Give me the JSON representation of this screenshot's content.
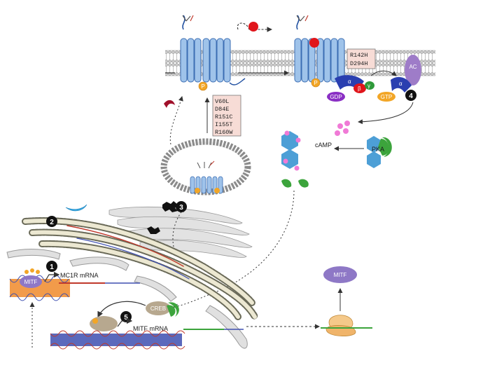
{
  "labels": {
    "mitf_promoter": "MITF",
    "mc1r_mrna": "MC1R mRNA",
    "mitf_mrna": "MITF mRNA",
    "creb": "CREB",
    "mitf_protein": "MITF",
    "camp": "cAMP",
    "pka": "PKA",
    "ac": "AC",
    "gdp": "GDP",
    "gtp": "GTP",
    "alpha": "α",
    "beta": "β",
    "gamma": "γ",
    "p": "P"
  },
  "variant_box_upper": [
    "R142H",
    "D294H"
  ],
  "variant_box_lower": [
    "V60L",
    "D84E",
    "R151C",
    "I155T",
    "R160W"
  ],
  "steps": [
    "1",
    "2",
    "3",
    "4",
    "5"
  ],
  "colors": {
    "receptor": "#9fc3ea",
    "receptor_stroke": "#3b6db3",
    "ligand": "#e0151b",
    "alpha_subunit": "#2a3fb0",
    "gdp": "#8a2fc4",
    "gtp": "#f2a627",
    "beta": "#e0151b",
    "gamma": "#2f9a3a",
    "ac": "#9e7cc8",
    "pka_regulatory": "#4d9fd6",
    "pka_catalytic": "#3ca43c",
    "camp_dot": "#f07ad6",
    "mitf_pill": "#8e78c6",
    "creb": "#9a8a73",
    "membrane": "#b5b5b5",
    "dna_orange": "#f0892a",
    "dna_blue": "#3e4fb0",
    "variant_box": "#f7dcd6",
    "step_badge": "#111111"
  }
}
